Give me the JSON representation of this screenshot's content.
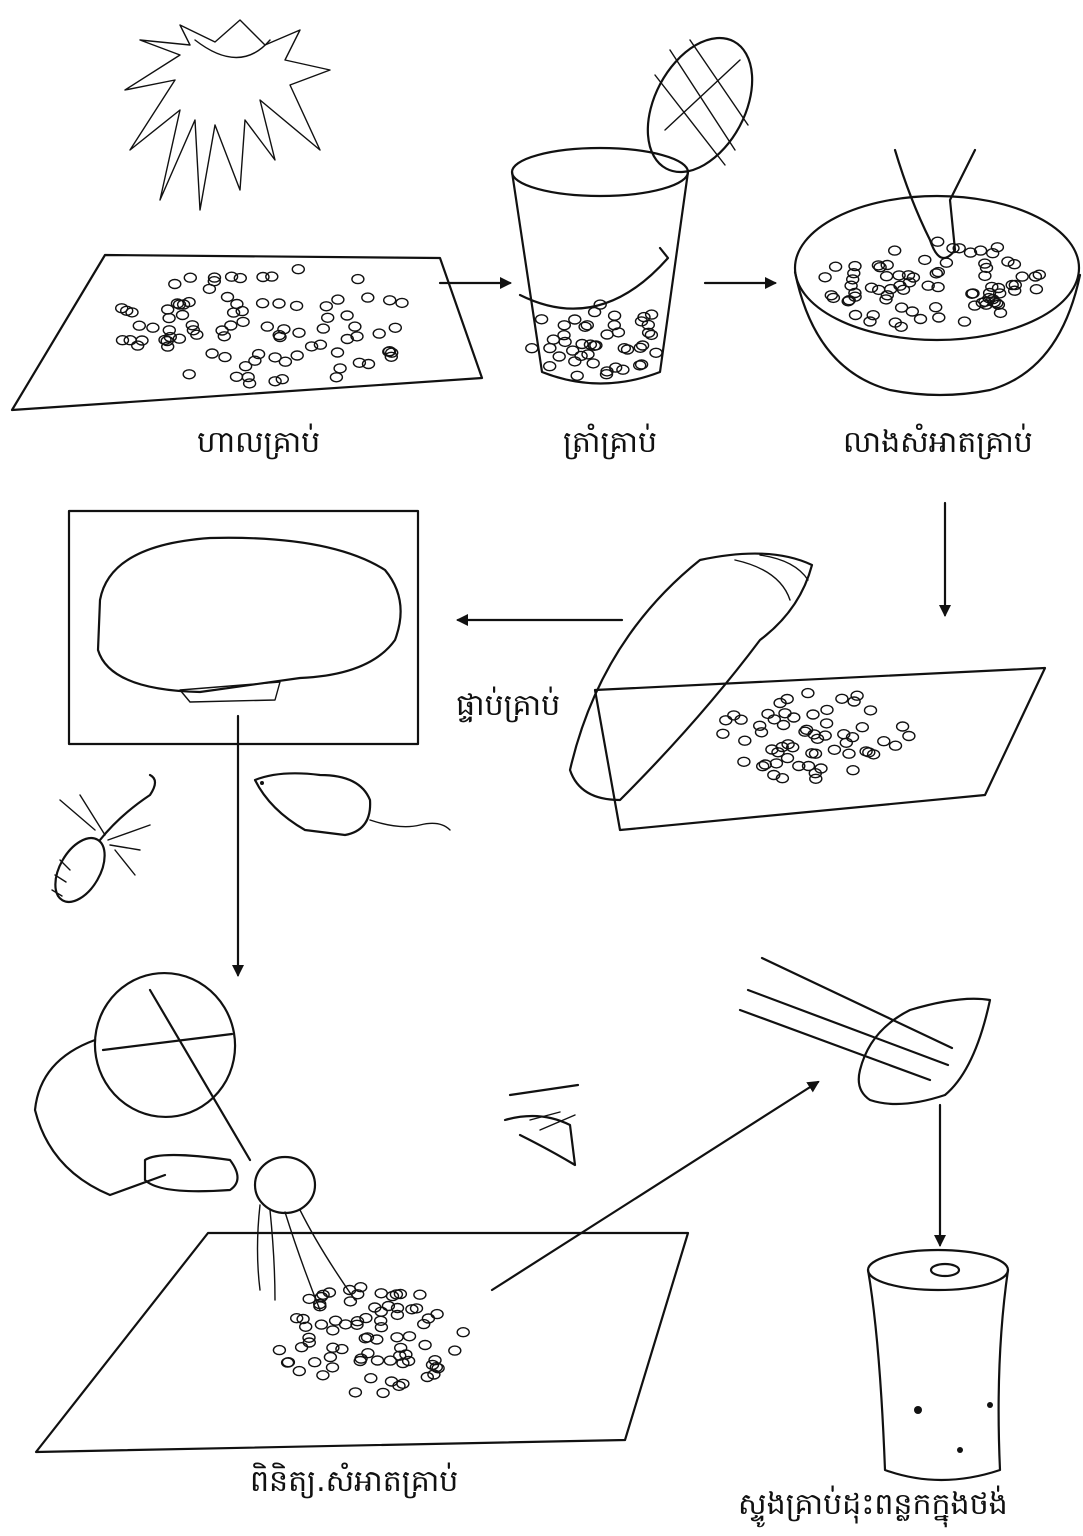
{
  "steps": [
    {
      "id": "dry",
      "label": "ហាលគ្រាប់"
    },
    {
      "id": "soak",
      "label": "ត្រាំគ្រាប់"
    },
    {
      "id": "wash",
      "label": "លាងសំអាតគ្រាប់"
    },
    {
      "id": "wrap",
      "label": "ផ្ទាប់គ្រាប់"
    },
    {
      "id": "check",
      "label": "ពិនិត្យ.សំអាតគ្រាប់"
    },
    {
      "id": "sow",
      "label": "ស្ទូងគ្រាប់ដុះពន្លកក្នុងថង់"
    }
  ],
  "icons": [
    "sun-icon",
    "bucket-icon",
    "basin-icon",
    "sack-icon",
    "termite-icon",
    "mouse-icon",
    "watering-can-icon",
    "eye-icon",
    "scoop-icon",
    "bag-icon"
  ]
}
